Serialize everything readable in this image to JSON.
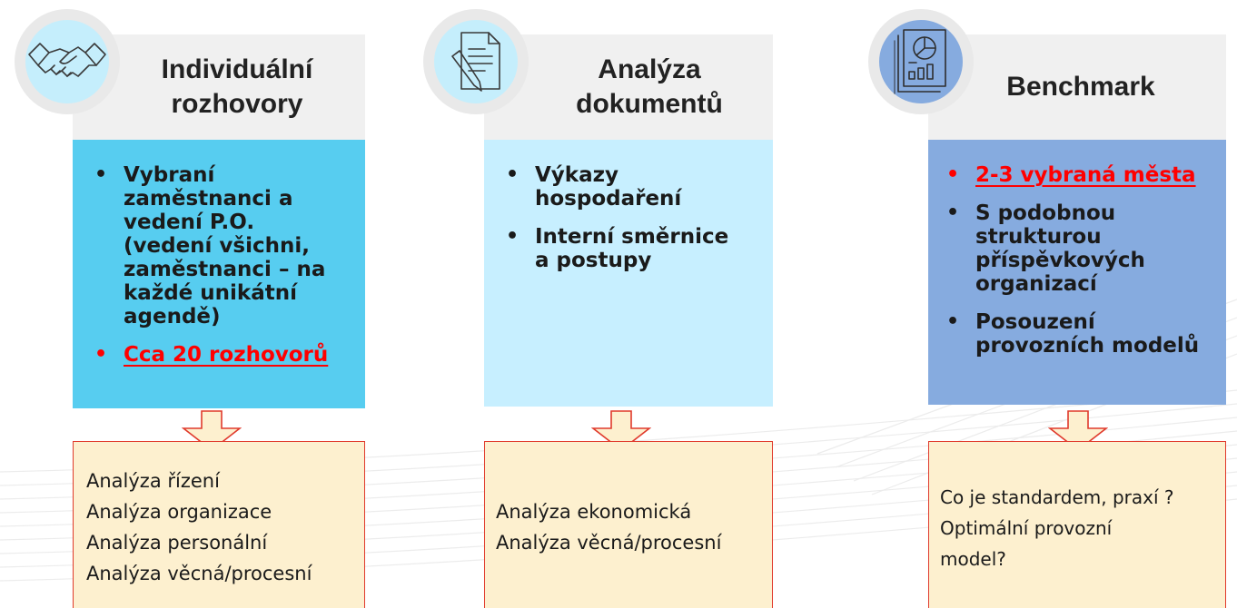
{
  "colors": {
    "header_bg": "#f0f0f0",
    "box1_bg": "#57cdf0",
    "box2_bg": "#c7efff",
    "box3_bg": "#86abdf",
    "output_bg": "#fdf0cf",
    "output_border": "#e03a2c",
    "highlight_text": "#ff0000"
  },
  "columns": [
    {
      "icon": "handshake-icon",
      "title_lines": [
        "Individuální",
        "rozhovory"
      ],
      "bullets": [
        {
          "lines": [
            "Vybraní",
            "zaměstnanci a",
            "vedení P.O.",
            "(vedení všichni,",
            "zaměstnanci – na",
            "každé unikátní",
            "agendě)"
          ],
          "highlight": false
        },
        {
          "lines": [
            "Cca 20 rozhovorů"
          ],
          "highlight": true
        }
      ],
      "outputs": [
        "Analýza řízení",
        "Analýza organizace",
        "Analýza personální",
        "Analýza věcná/procesní"
      ]
    },
    {
      "icon": "document-pen-icon",
      "title_lines": [
        "Analýza",
        "dokumentů"
      ],
      "bullets": [
        {
          "lines": [
            "Výkazy",
            "hospodaření"
          ],
          "highlight": false
        },
        {
          "lines": [
            "Interní směrnice",
            "a postupy"
          ],
          "highlight": false
        }
      ],
      "outputs": [
        "Analýza ekonomická",
        "Analýza věcná/procesní"
      ]
    },
    {
      "icon": "report-chart-icon",
      "title_lines": [
        "Benchmark"
      ],
      "bullets": [
        {
          "lines": [
            "2-3 vybraná města"
          ],
          "highlight": true
        },
        {
          "lines": [
            "S podobnou",
            "strukturou",
            "příspěvkových",
            "organizací"
          ],
          "highlight": false
        },
        {
          "lines": [
            "Posouzení",
            "provozních modelů"
          ],
          "highlight": false
        }
      ],
      "outputs": [
        "Co je standardem, praxí ?",
        "Optimální provozní",
        "model?"
      ]
    }
  ]
}
